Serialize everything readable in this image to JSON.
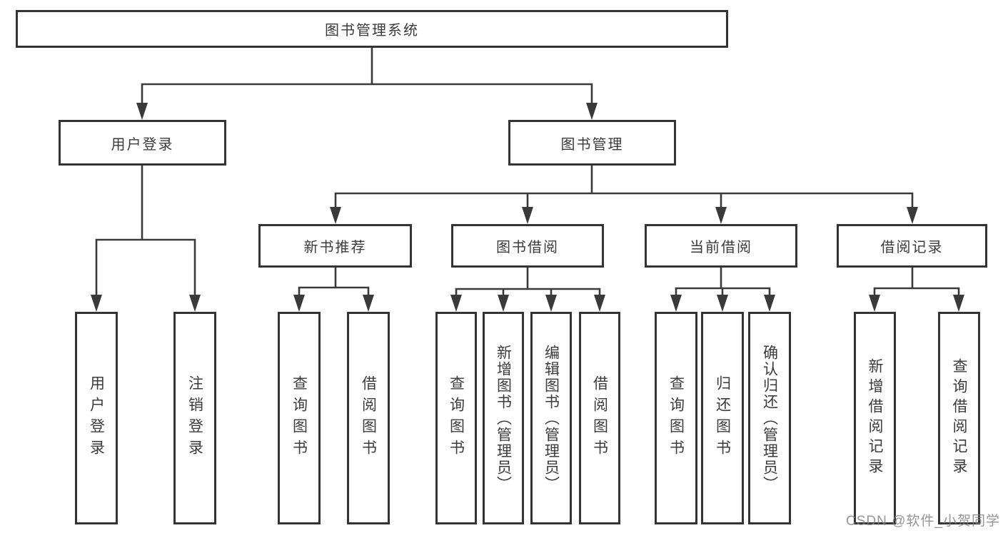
{
  "diagram": {
    "type": "tree",
    "root": {
      "label": "图书管理系统"
    },
    "branches": [
      {
        "label": "用户登录",
        "children": [
          {
            "label": "用户登录"
          },
          {
            "label": "注销登录"
          }
        ]
      },
      {
        "label": "图书管理",
        "children": [
          {
            "label": "新书推荐",
            "children": [
              {
                "label": "查询图书"
              },
              {
                "label": "借阅图书"
              }
            ]
          },
          {
            "label": "图书借阅",
            "children": [
              {
                "label": "查询图书"
              },
              {
                "label": "新增图书（管理员）"
              },
              {
                "label": "编辑图书（管理员）"
              },
              {
                "label": "借阅图书"
              }
            ]
          },
          {
            "label": "当前借阅",
            "children": [
              {
                "label": "查询图书"
              },
              {
                "label": "归还图书"
              },
              {
                "label": "确认归还（管理员）"
              }
            ]
          },
          {
            "label": "借阅记录",
            "children": [
              {
                "label": "新增借阅记录"
              },
              {
                "label": "查询借阅记录"
              }
            ]
          }
        ]
      }
    ]
  },
  "watermark": "CSDN @软件_小贺同学",
  "colors": {
    "line": "#3a3a3a",
    "box_border": "#343434",
    "text": "#3b3b3b",
    "watermark": "#828282",
    "background": "#ffffff"
  }
}
